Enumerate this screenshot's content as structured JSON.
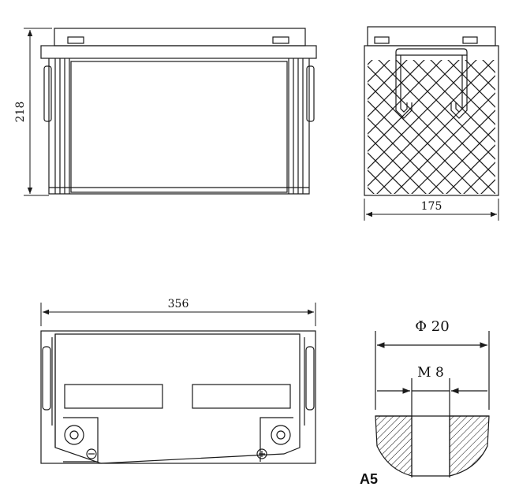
{
  "dimensions": {
    "height": "218",
    "width": "175",
    "length": "356",
    "outer_diameter": "Φ 20",
    "thread": "M 8"
  },
  "terminal_label": "A5",
  "colors": {
    "line": "#1a1a1a",
    "background": "#ffffff"
  }
}
